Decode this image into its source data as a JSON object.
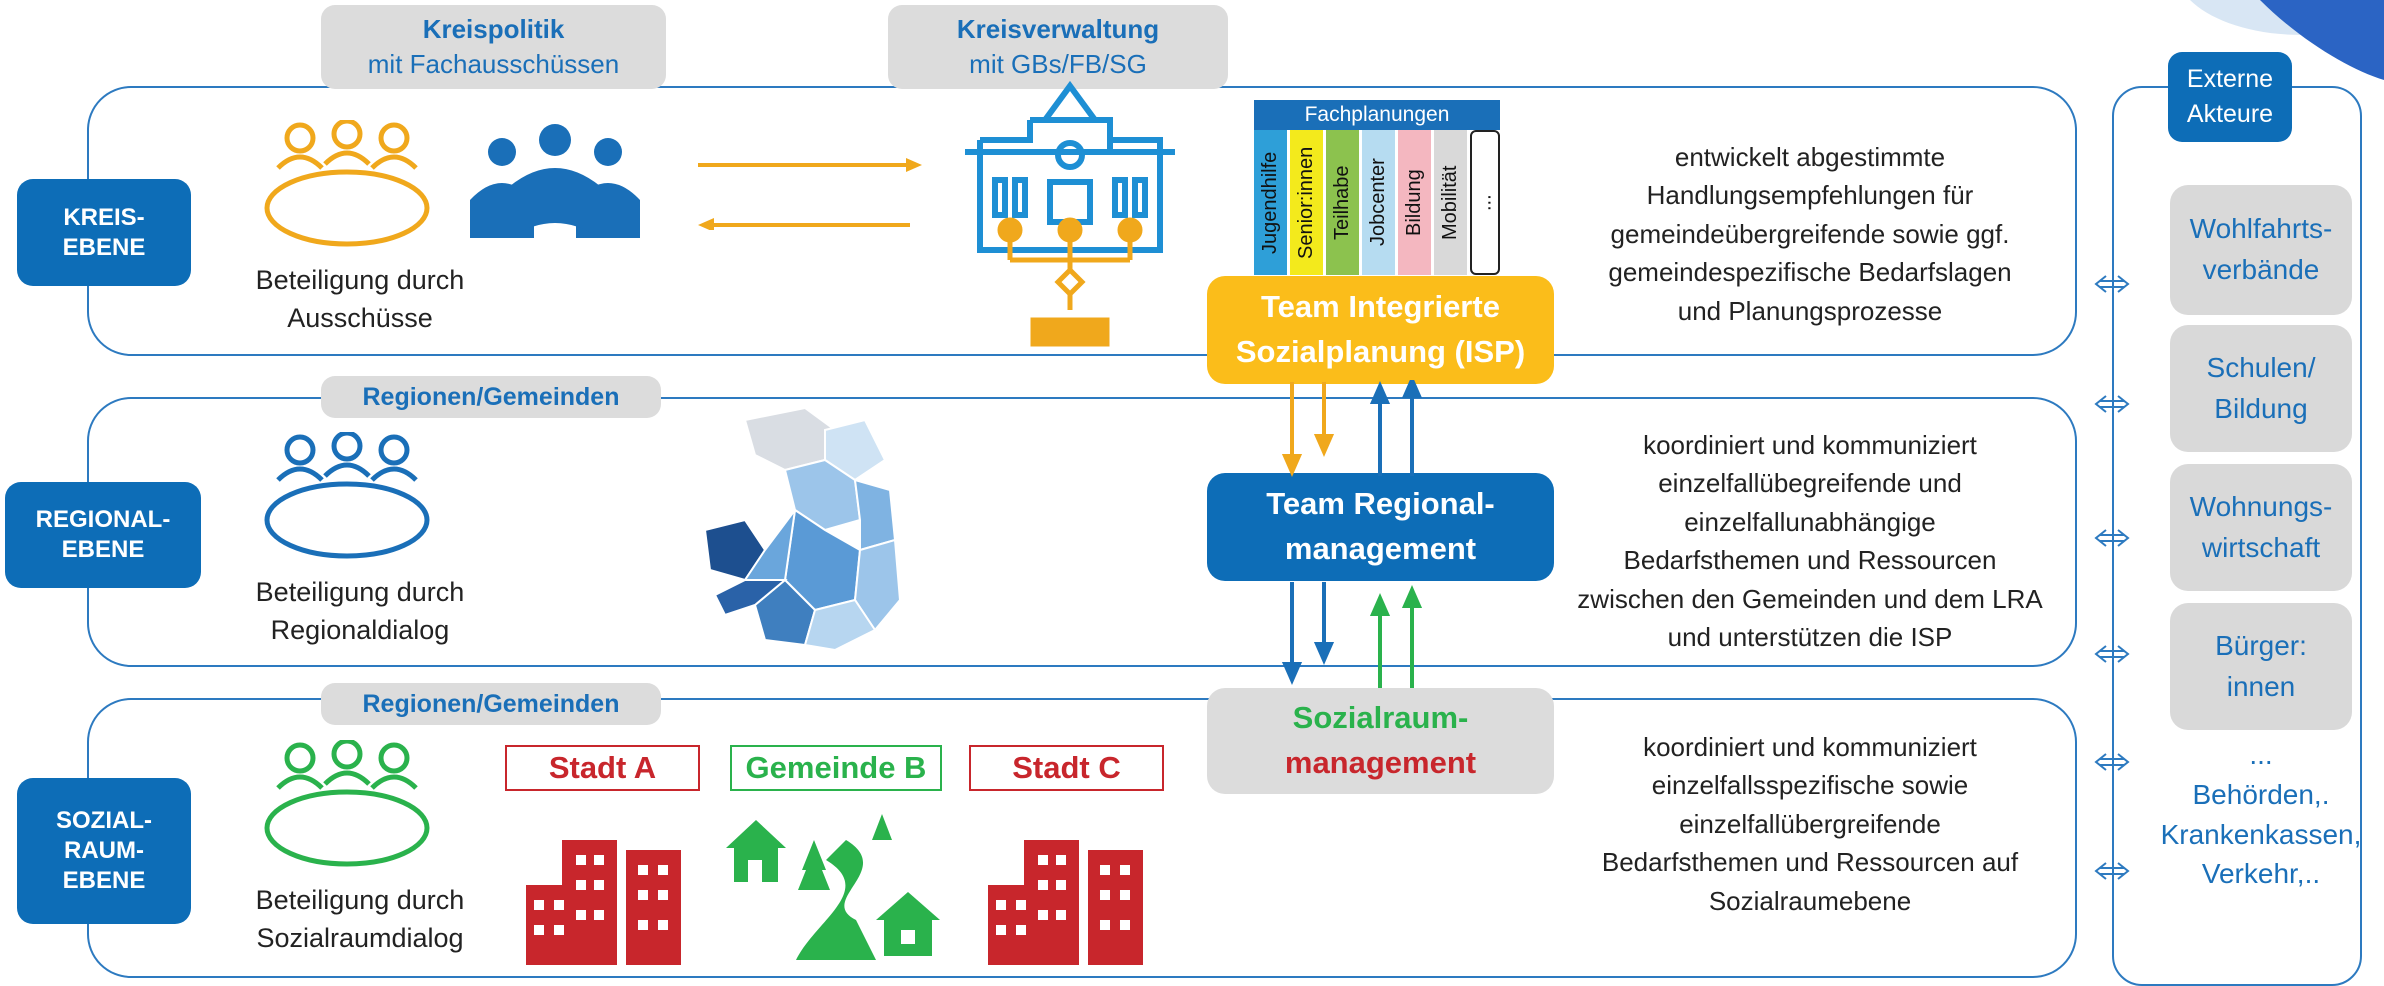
{
  "levels": {
    "kreis": {
      "label_line1": "KREIS-",
      "label_line2": "EBENE"
    },
    "regional": {
      "label_line1": "REGIONAL-",
      "label_line2": "EBENE"
    },
    "sozialraum": {
      "label_line1": "SOZIAL-",
      "label_line2": "RAUM-",
      "label_line3": "EBENE"
    }
  },
  "kreispolitik": {
    "title": "Kreispolitik",
    "subtitle": "mit Fachausschüssen"
  },
  "kreisverwaltung": {
    "title": "Kreisverwaltung",
    "subtitle": "mit GBs/FB/SG"
  },
  "regionen_tab": "Regionen/Gemeinden",
  "captions": {
    "kreis_line1": "Beteiligung durch",
    "kreis_line2": "Ausschüsse",
    "regional_line1": "Beteiligung durch",
    "regional_line2": "Regionaldialog",
    "sozial_line1": "Beteiligung durch",
    "sozial_line2": "Sozialraumdialog"
  },
  "fachplanungen": {
    "title": "Fachplanungen",
    "items": [
      "Jugendhilfe",
      "Senior:innen",
      "Teilhabe",
      "Jobcenter",
      "Bildung",
      "Mobilität",
      "..."
    ]
  },
  "teams": {
    "isp_line1": "Team Integrierte",
    "isp_line2": "Sozialplanung (ISP)",
    "regional_line1": "Team Regional-",
    "regional_line2": "management",
    "sozial_line1": "Sozialraum-",
    "sozial_line2": "management"
  },
  "descriptions": {
    "kreis": [
      "entwickelt abgestimmte",
      "Handlungsempfehlungen für",
      "gemeindeübergreifende sowie ggf.",
      "gemeindespezifische Bedarfslagen",
      "und Planungsprozesse"
    ],
    "regional": [
      "koordiniert und kommuniziert",
      "einzelfallübegreifende und",
      "einzelfallunabhängige",
      "Bedarfsthemen und Ressourcen",
      "zwischen den Gemeinden und dem LRA",
      "und unterstützen die ISP"
    ],
    "sozial": [
      "koordiniert und kommuniziert",
      "einzelfallsspezifische sowie",
      "einzelfallübergreifende",
      "Bedarfsthemen und Ressourcen auf",
      "Sozialraumebene"
    ]
  },
  "places": {
    "a": "Stadt A",
    "b": "Gemeinde B",
    "c": "Stadt C"
  },
  "externe": {
    "title_line1": "Externe",
    "title_line2": "Akteure",
    "boxes": [
      {
        "line1": "Wohlfahrts-",
        "line2": "verbände"
      },
      {
        "line1": "Schulen/",
        "line2": "Bildung"
      },
      {
        "line1": "Wohnungs-",
        "line2": "wirtschaft"
      },
      {
        "line1": "Bürger:",
        "line2": "innen"
      }
    ],
    "more_line1": "...",
    "more_line2": "Behörden,.",
    "more_line3": "Krankenkassen,",
    "more_line4": "Verkehr,.."
  },
  "colors": {
    "blue_dark": "#0d6db7",
    "blue_text": "#1a6fb8",
    "orange": "#f0a81c",
    "yellow_box": "#fbbd1a",
    "green": "#2ab24c",
    "red": "#c8262c",
    "gray": "#dcdcdc"
  },
  "icons": [
    "people-group-outline-icon",
    "people-group-solid-icon",
    "town-hall-icon",
    "region-map-image",
    "building-icon",
    "village-landscape-icon"
  ]
}
